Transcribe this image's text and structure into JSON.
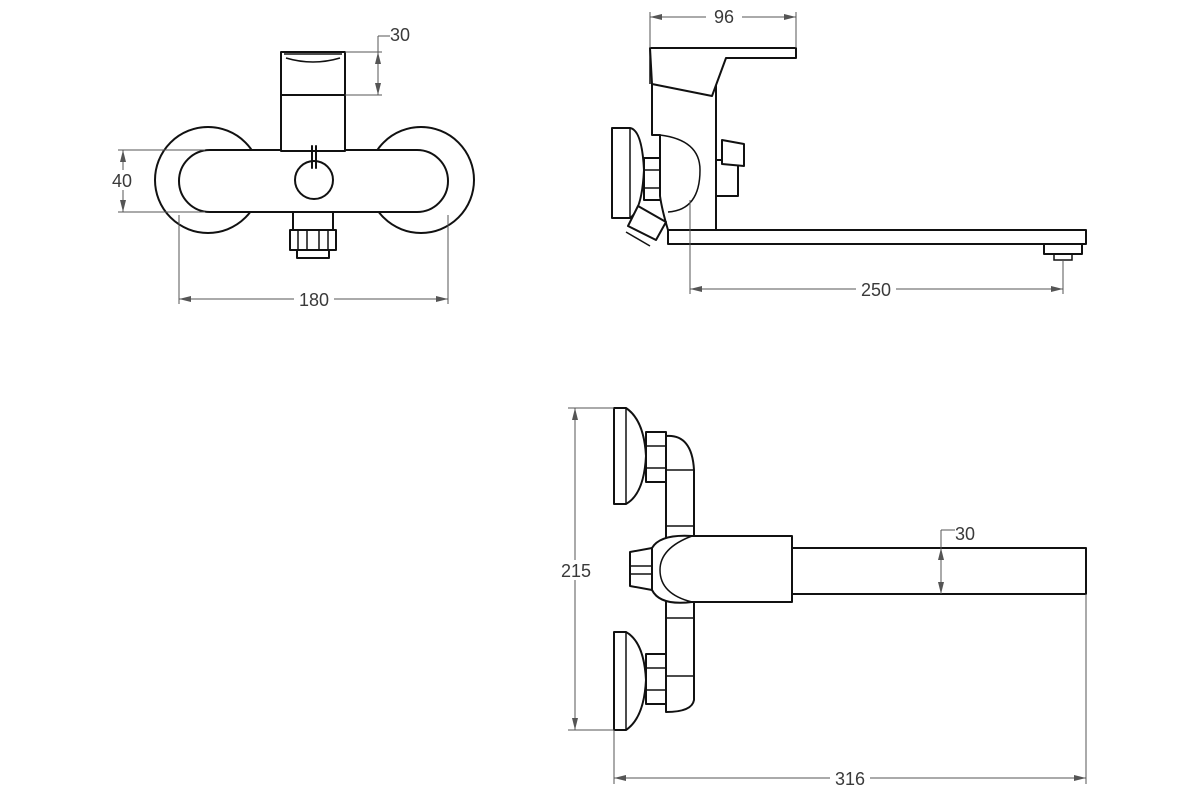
{
  "views": {
    "front": {
      "dim_width": "180",
      "dim_height": "40",
      "dim_handle": "30"
    },
    "side": {
      "dim_depth": "96",
      "dim_spout": "250"
    },
    "top": {
      "dim_height": "215",
      "dim_length": "316",
      "dim_spout": "30"
    }
  },
  "colors": {
    "line": "#111111",
    "dimension": "#555555",
    "background": "#ffffff"
  }
}
